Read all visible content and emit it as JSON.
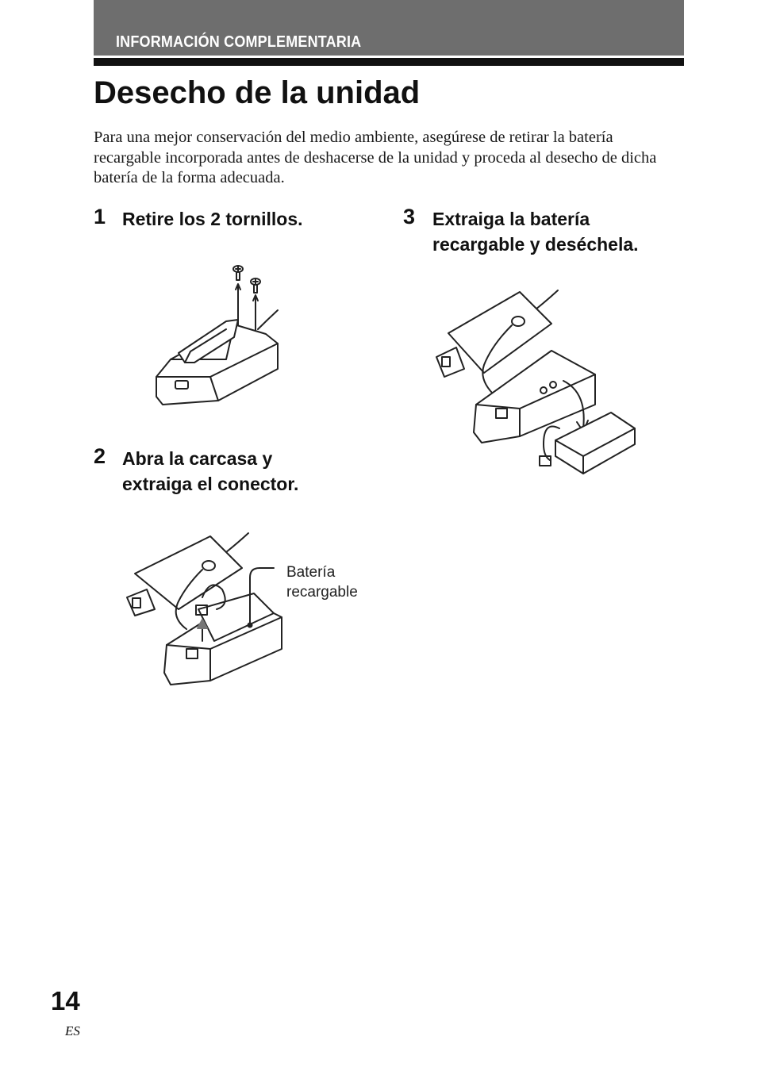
{
  "header": {
    "section_label": "INFORMACIÓN COMPLEMENTARIA"
  },
  "title": "Desecho de la unidad",
  "intro": "Para una mejor conservación del medio ambiente, asegúrese de retirar la batería recargable incorporada antes de deshacerse de la unidad y proceda al desecho de dicha batería de la forma adecuada.",
  "steps": [
    {
      "number": "1",
      "lines": [
        "Retire los 2 tornillos."
      ]
    },
    {
      "number": "2",
      "lines": [
        "Abra la carcasa y",
        "extraiga el conector."
      ]
    },
    {
      "number": "3",
      "lines": [
        "Extraiga la batería",
        "recargable y deséchela."
      ]
    }
  ],
  "callout": {
    "lines": [
      "Batería",
      "recargable"
    ]
  },
  "footer": {
    "page_number": "14",
    "language": "ES"
  }
}
